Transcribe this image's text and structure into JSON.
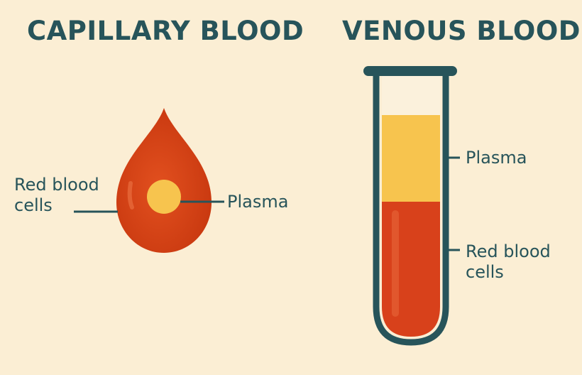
{
  "capillary": {
    "title": "CAPILLARY BLOOD",
    "label_rbc_line1": "Red blood",
    "label_rbc_line2": "cells",
    "label_plasma": "Plasma"
  },
  "venous": {
    "title": "VENOUS BLOOD",
    "label_plasma": "Plasma",
    "label_rbc_line1": "Red blood",
    "label_rbc_line2": "cells"
  },
  "colors": {
    "background": "#fbeed4",
    "text": "#27545a",
    "blood_red": "#d8411b",
    "plasma_yellow": "#f7c44e",
    "tube_outline": "#27545a"
  }
}
